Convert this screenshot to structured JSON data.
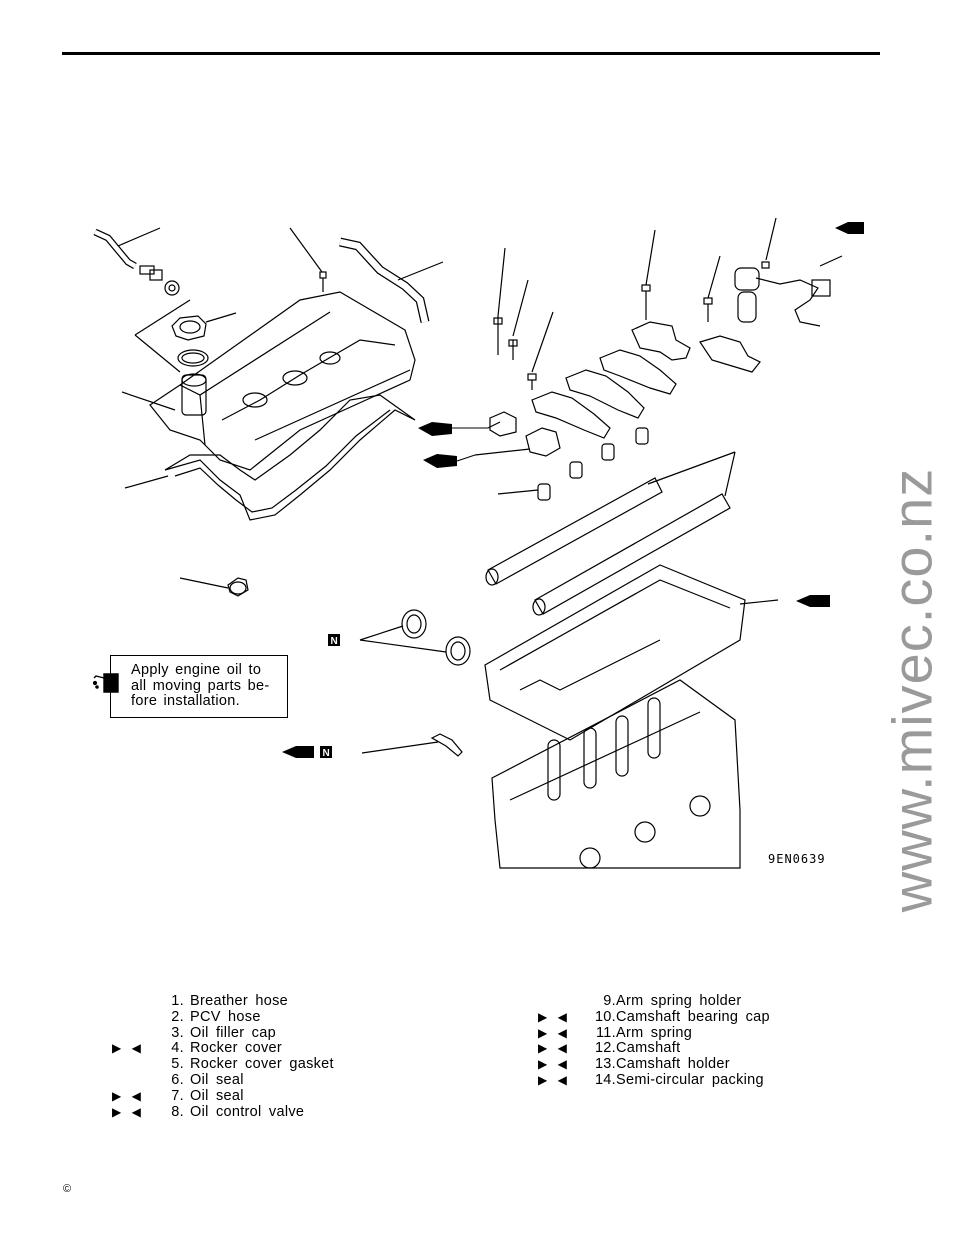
{
  "note": {
    "line1": "Apply engine oil to",
    "line2": "all moving parts be-",
    "line3": "fore installation."
  },
  "figure_code": "9EN0639",
  "watermark": "www.mivec.co.nz",
  "badge_letter": "N",
  "legend_left": [
    {
      "num": "1.",
      "label": "Breather hose",
      "marker": ""
    },
    {
      "num": "2.",
      "label": "PCV hose",
      "marker": ""
    },
    {
      "num": "3.",
      "label": "Oil filler cap",
      "marker": ""
    },
    {
      "num": "4.",
      "label": "Rocker cover",
      "marker": "▶ ◀"
    },
    {
      "num": "5.",
      "label": "Rocker cover gasket",
      "marker": ""
    },
    {
      "num": "6.",
      "label": "Oil seal",
      "marker": ""
    },
    {
      "num": "7.",
      "label": "Oil seal",
      "marker": "▶ ◀"
    },
    {
      "num": "8.",
      "label": "Oil control valve",
      "marker": "▶ ◀"
    }
  ],
  "legend_right": [
    {
      "num": "9.",
      "label": "Arm spring holder",
      "marker": ""
    },
    {
      "num": "10.",
      "label": "Camshaft bearing cap",
      "marker": "▶ ◀"
    },
    {
      "num": "11.",
      "label": "Arm spring",
      "marker": "▶ ◀"
    },
    {
      "num": "12.",
      "label": "Camshaft",
      "marker": "▶ ◀"
    },
    {
      "num": "13.",
      "label": "Camshaft holder",
      "marker": "▶ ◀"
    },
    {
      "num": "14.",
      "label": "Semi-circular packing",
      "marker": "▶ ◀"
    }
  ],
  "copyright": "©"
}
